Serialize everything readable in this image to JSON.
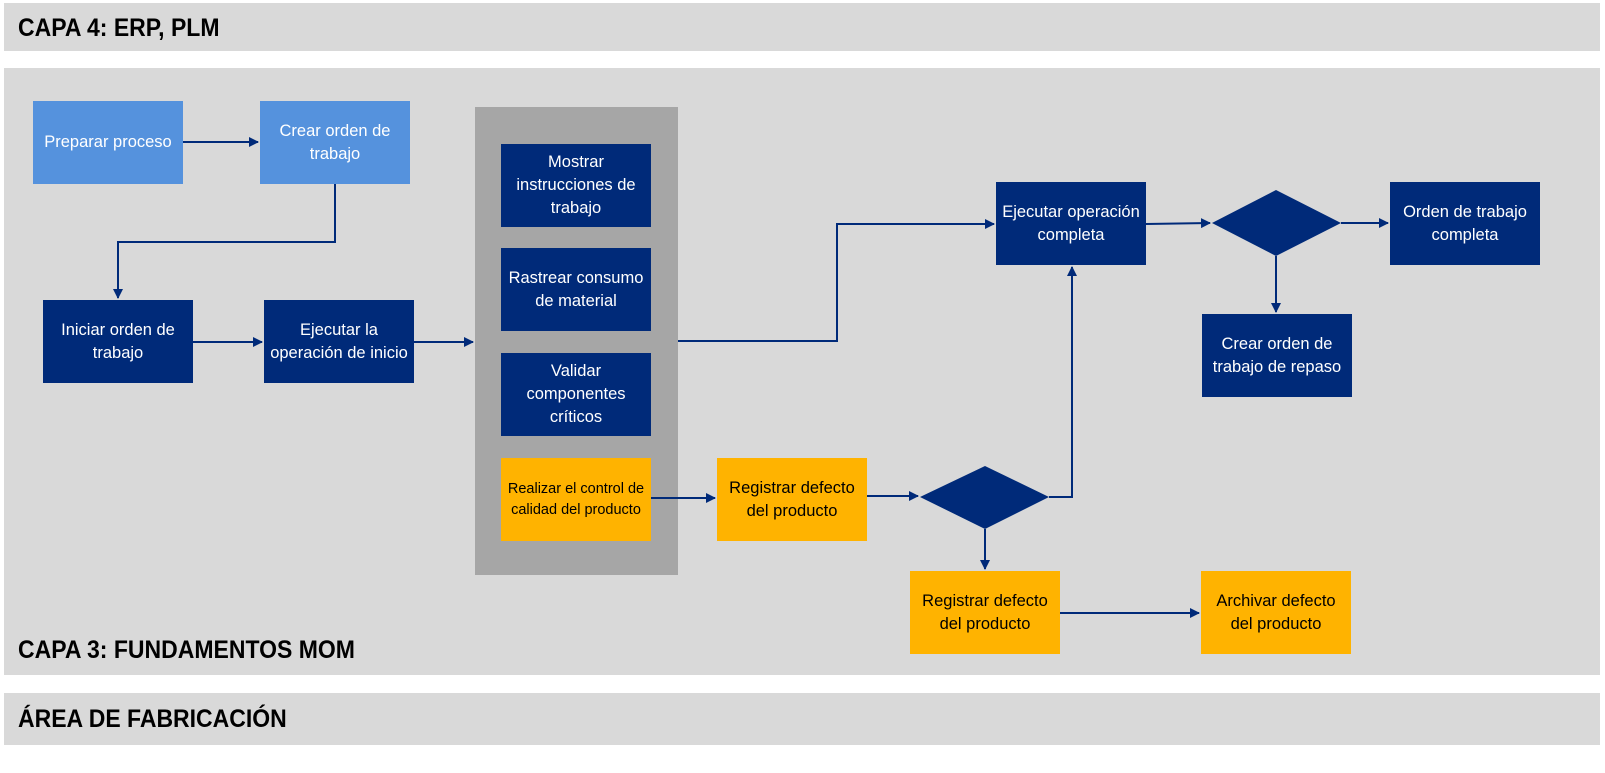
{
  "layers": {
    "erp": "CAPA 4: ERP, PLM",
    "mom": "CAPA 3: FUNDAMENTOS MOM",
    "manufacturing": "ÁREA DE FABRICACIÓN"
  },
  "boxes": {
    "prepare_process": "Preparar proceso",
    "create_work_order": "Crear orden de trabajo",
    "start_work_order": "Iniciar orden de trabajo",
    "execute_start_operation": "Ejecutar la operación de inicio",
    "show_work_instructions": "Mostrar instrucciones de trabajo",
    "track_material": "Rastrear consumo de material",
    "validate_components": "Validar componentes críticos",
    "quality_control": "Realizar el control de calidad del producto",
    "register_defect_1": "Registrar defecto del producto",
    "register_defect_2": "Registrar defecto del producto",
    "archive_defect": "Archivar defecto del producto",
    "execute_complete_operation": "Ejecutar operación completa",
    "work_order_complete": "Orden de trabajo completa",
    "create_rework_order": "Crear orden de trabajo de repaso"
  },
  "colors": {
    "dark_box": "#002a79",
    "light_box": "#5592dd",
    "yellow_box": "#ffb300",
    "band": "#d9d9d9",
    "group": "#a6a6a6",
    "arrow": "#002a79"
  }
}
